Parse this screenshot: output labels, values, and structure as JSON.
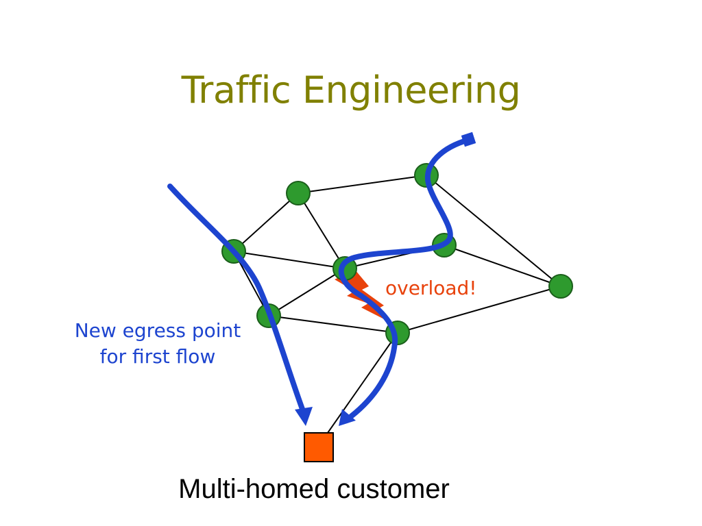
{
  "slide": {
    "title": "Traffic Engineering",
    "overload_label": "overload!",
    "egress_label_line1": "New egress point",
    "egress_label_line2": "for first flow",
    "customer_label": "Multi-homed customer"
  },
  "colors": {
    "title": "#808000",
    "node_fill": "#2e9a2e",
    "node_stroke": "#1a5e1a",
    "link": "#000000",
    "flow": "#1d44cf",
    "overload": "#e8420c",
    "customer_fill": "#ff5a00"
  }
}
